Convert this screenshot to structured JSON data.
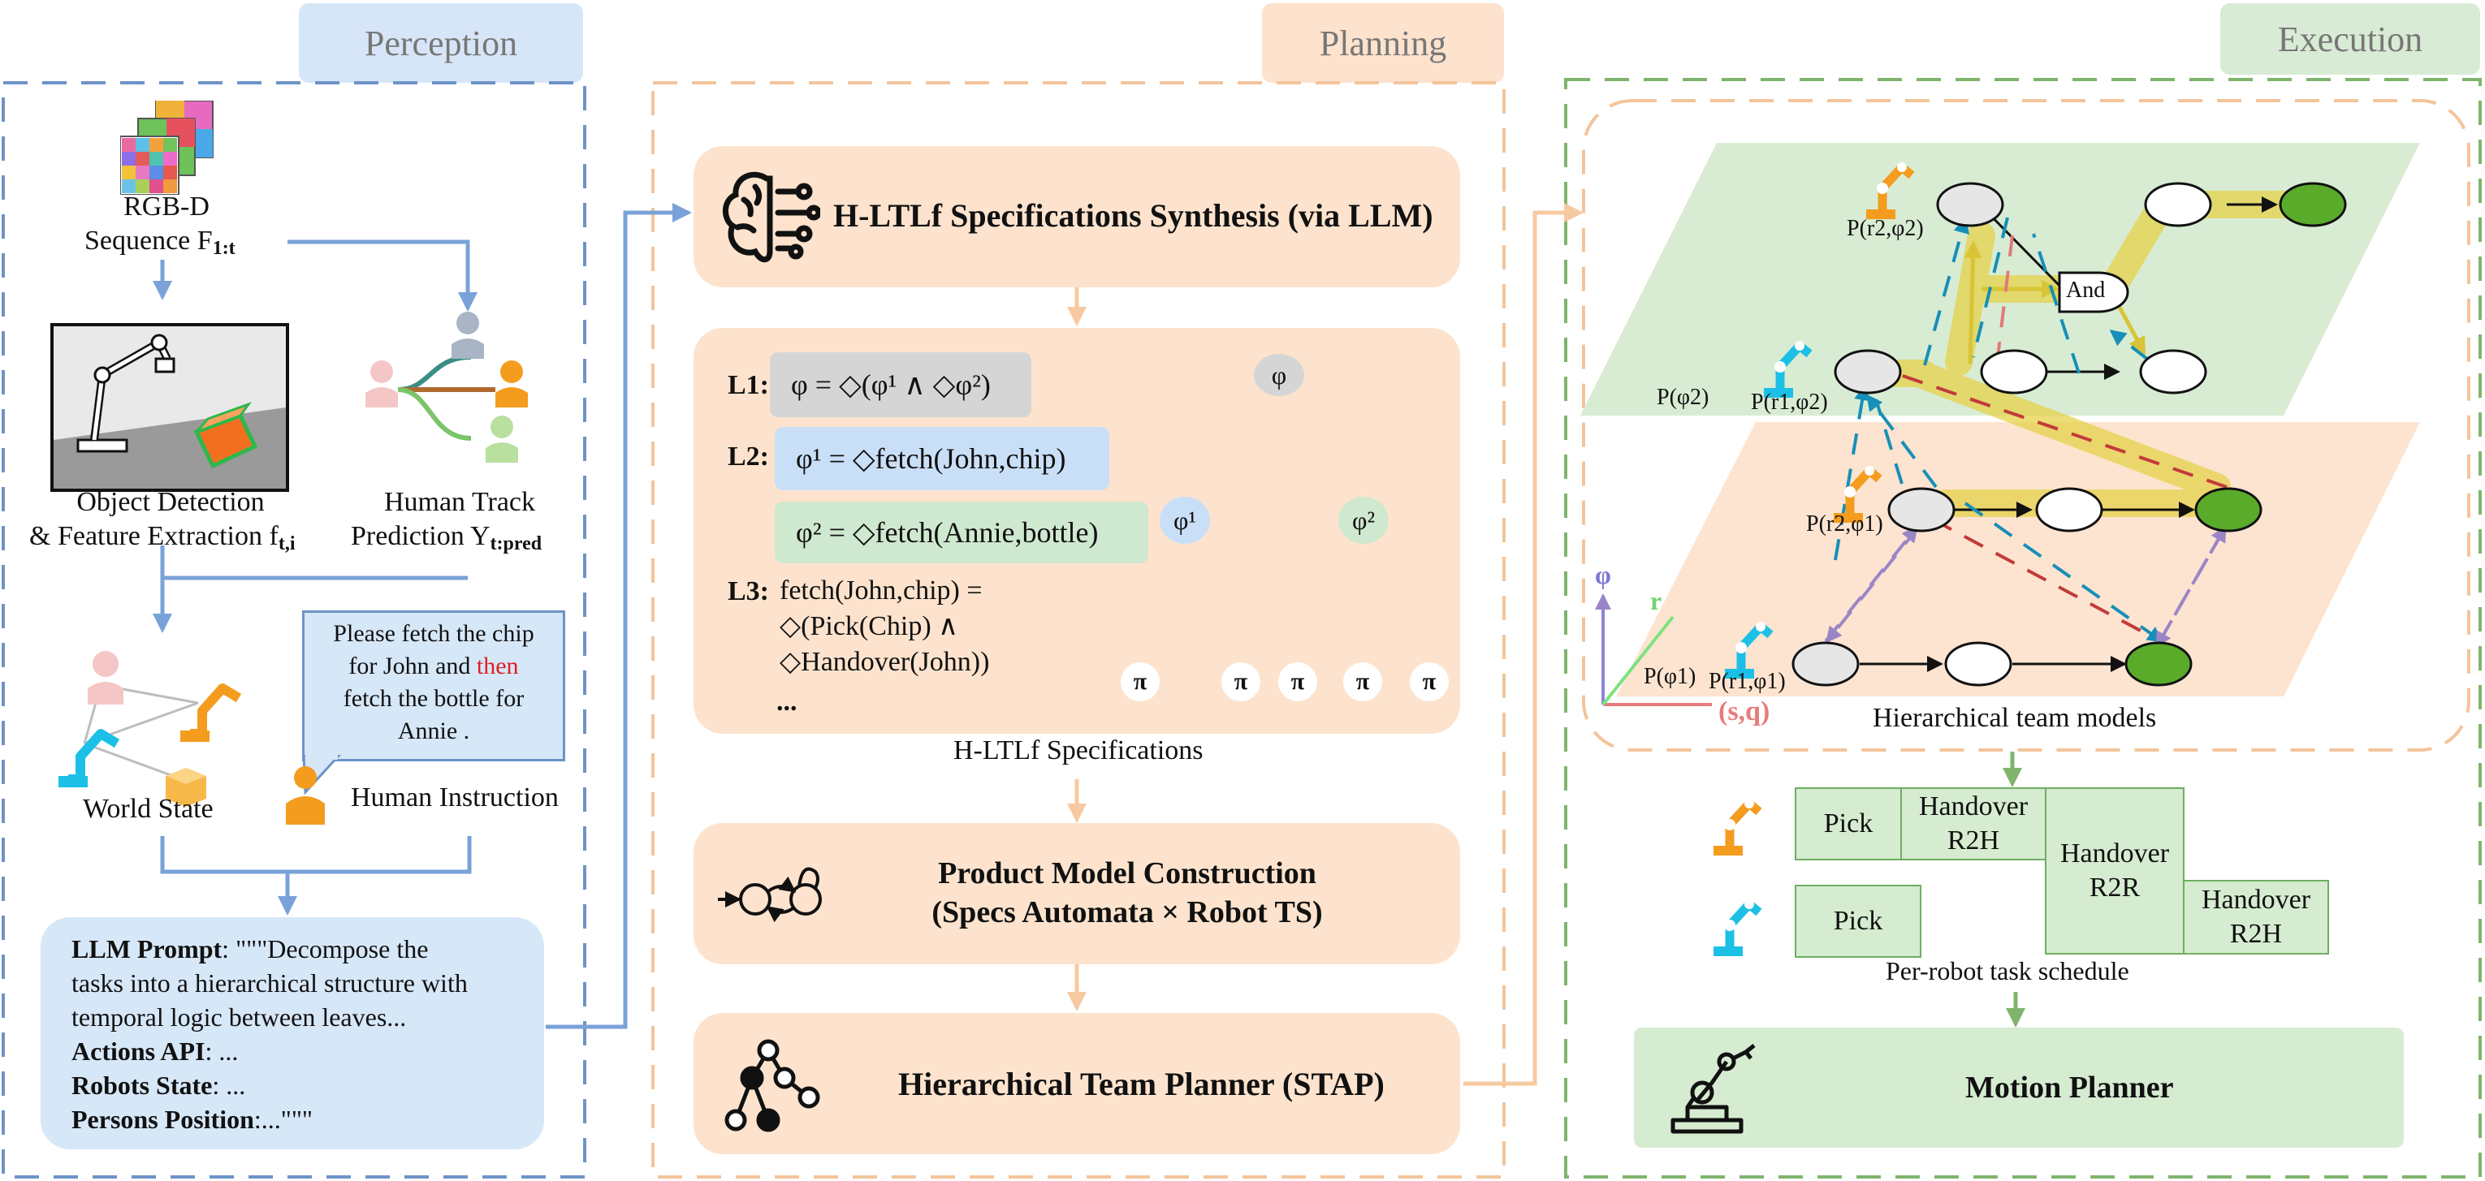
{
  "sections": {
    "perception": "Perception",
    "planning": "Planning",
    "execution": "Execution"
  },
  "perception": {
    "rgbd_line1": "RGB-D",
    "rgbd_line2": "Sequence F",
    "rgbd_sub": "1:t",
    "object_line1": "Object Detection",
    "object_line2": "& Feature Extraction f",
    "object_sub": "t,i",
    "track_line1": "Human Track",
    "track_line2": "Prediction Y",
    "track_sub": "t:pred",
    "world_state": "World State",
    "speech_line1": "Please fetch the chip",
    "speech_line2a": "for John and ",
    "speech_then": "then",
    "speech_line3": "fetch the bottle for",
    "speech_line4": "Annie .",
    "human_instruction": "Human Instruction",
    "prompt_label1": "LLM Prompt",
    "prompt_text1": ": \"\"\"Decompose the",
    "prompt_text2": "tasks into a hierarchical structure with",
    "prompt_text3": "temporal logic between leaves...",
    "prompt_label2": "Actions API",
    "prompt_text4": ": ...",
    "prompt_label3": "Robots State",
    "prompt_text5": ": ...",
    "prompt_label4": "Persons Position",
    "prompt_text6": ":...\"\"\""
  },
  "planning": {
    "synthesis": "H-LTLf Specifications Synthesis (via LLM)",
    "l1_label": "L1:",
    "l1_formula": "φ = ◇(φ¹ ∧ ◇φ²)",
    "l2_label": "L2:",
    "l2_formula_a": "φ¹ = ◇fetch(John,chip)",
    "l2_formula_b": "φ² = ◇fetch(Annie,bottle)",
    "l3_label": "L3:",
    "l3_line1": "fetch(John,chip) =",
    "l3_line2": "◇(Pick(Chip) ∧",
    "l3_line3": "◇Handover(John))",
    "ellipsis": "...",
    "tree_root": "φ",
    "tree_left": "φ¹",
    "tree_right": "φ²",
    "tree_leaf": "π",
    "spec_caption": "H-LTLf Specifications",
    "product_line1": "Product Model Construction",
    "product_line2": "(Specs Automata × Robot TS)",
    "planner": "Hierarchical Team Planner (STAP)"
  },
  "execution": {
    "p_r2_phi2": "P(r2,φ2)",
    "p_phi2": "P(φ2)",
    "p_r1_phi2": "P(r1,φ2)",
    "p_r2_phi1": "P(r2,φ1)",
    "p_phi1": "P(φ1)",
    "p_r1_phi1": "P(r1,φ1)",
    "and_node": "And",
    "axis_phi": "φ",
    "axis_r": "r",
    "axis_sq": "(s,q)",
    "models_caption": "Hierarchical team models",
    "sched_pick": "Pick",
    "sched_handover": "Handover",
    "sched_r2h": "R2H",
    "sched_r2r": "R2R",
    "sched_caption": "Per-robot task schedule",
    "motion_planner": "Motion Planner"
  },
  "colors": {
    "blue_dash": "#6e93c8",
    "orange_dash": "#f3c49b",
    "green_dash": "#7fb46d",
    "robot_orange": "#f39c1e",
    "robot_cyan": "#1cc0e6",
    "node_green": "#5bab2a",
    "path_yellow": "#e6d24a"
  }
}
